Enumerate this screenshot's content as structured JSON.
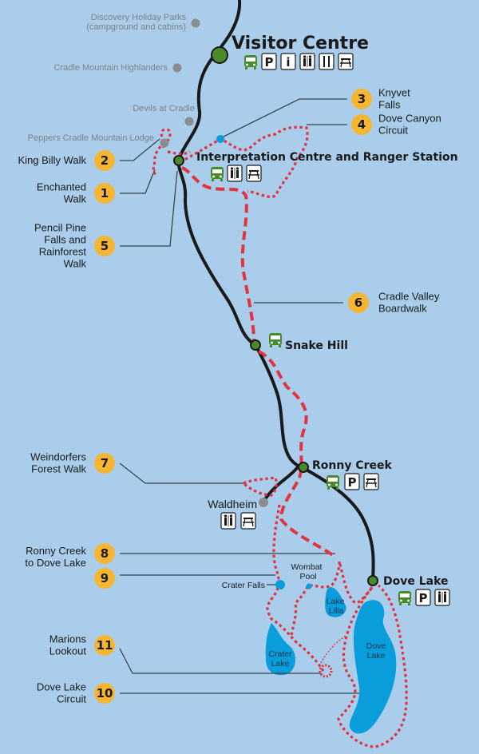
{
  "map": {
    "places": {
      "visitor_centre": "Visitor Centre",
      "interpretation": "Interpretation Centre and Ranger Station",
      "snake_hill": "Snake Hill",
      "ronny_creek": "Ronny Creek",
      "dove_lake_stop": "Dove Lake",
      "waldheim": "Waldheim"
    },
    "accommodation": {
      "discovery_1": "Discovery Holiday Parks",
      "discovery_2": "(campground and cabins)",
      "highlanders": "Cradle Mountain Highlanders",
      "devils": "Devils at Cradle",
      "peppers": "Peppers Cradle Mountain Lodge"
    },
    "features": {
      "crater_falls": "Crater Falls",
      "wombat_1": "Wombat",
      "wombat_2": "Pool",
      "lilla_1": "Lake",
      "lilla_2": "Lilla",
      "crater_1": "Crater",
      "crater_2": "Lake",
      "dove_1": "Dove",
      "dove_2": "Lake"
    },
    "icons": {
      "parking": "P",
      "info": "i"
    },
    "walks": [
      {
        "num": "1",
        "lines": [
          "Enchanted",
          "Walk"
        ]
      },
      {
        "num": "2",
        "lines": [
          "King Billy Walk"
        ]
      },
      {
        "num": "3",
        "lines": [
          "Knyvet",
          "Falls"
        ]
      },
      {
        "num": "4",
        "lines": [
          "Dove Canyon",
          "Circuit"
        ]
      },
      {
        "num": "5",
        "lines": [
          "Pencil Pine",
          "Falls and",
          "Rainforest",
          "Walk"
        ]
      },
      {
        "num": "6",
        "lines": [
          "Cradle Valley",
          "Boardwalk"
        ]
      },
      {
        "num": "7",
        "lines": [
          "Weindorfers",
          "Forest Walk"
        ]
      },
      {
        "num": "8",
        "lines": [
          "Ronny Creek",
          "to Dove Lake"
        ]
      },
      {
        "num": "9",
        "lines": []
      },
      {
        "num": "11",
        "lines": [
          "Marions",
          "Lookout"
        ]
      },
      {
        "num": "10",
        "lines": [
          "Dove Lake",
          "Circuit"
        ]
      }
    ],
    "colors": {
      "water": "#a9cdeb",
      "lake": "#0a9ddc",
      "track": "#e2333f",
      "badge": "#f7b632",
      "stop": "#4a8a2a"
    }
  }
}
